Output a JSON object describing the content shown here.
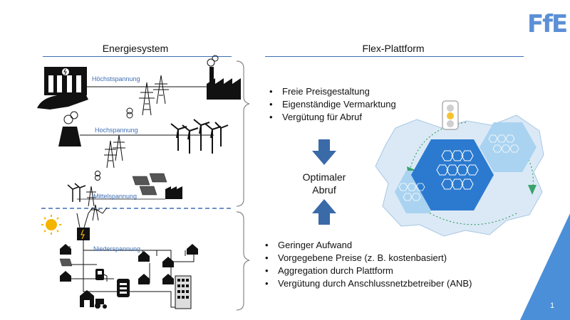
{
  "logo": {
    "text": "FfE",
    "color": "#5b8fd6"
  },
  "headings": {
    "left": "Energiesystem",
    "right": "Flex-Plattform"
  },
  "voltage_levels": {
    "hoechst": "Höchstspannung",
    "hoch": "Hochspannung",
    "mittel": "Mittelspannung",
    "nieder": "Niederspannung"
  },
  "top_bullets": [
    "Freie Preisgestaltung",
    "Eigenständige Vermarktung",
    "Vergütung für Abruf"
  ],
  "center": {
    "line1": "Optimaler",
    "line2": "Abruf"
  },
  "bottom_bullets": [
    "Geringer Aufwand",
    "Vorgegebene Preise (z. B. kostenbasiert)",
    "Aggregation durch Plattform",
    "Vergütung durch Anschlussnetzbetreiber (ANB)"
  ],
  "page_number": "1",
  "colors": {
    "accent": "#3e6fb4",
    "hex_dark": "#2b7ad0",
    "hex_light": "#a9d3f0",
    "map": "#dbe9f6",
    "arrow": "#3a6aa8",
    "corner": "#4a8fd8"
  },
  "icons": [
    "hydro-plant-icon",
    "factory-icon",
    "pylon-icon",
    "transformer-icon",
    "cooling-tower-icon",
    "wind-turbine-icon",
    "solar-panel-icon",
    "sun-icon",
    "house-icon",
    "ev-charger-icon",
    "battery-icon",
    "barn-icon",
    "tractor-icon",
    "office-building-icon",
    "traffic-light-icon"
  ]
}
